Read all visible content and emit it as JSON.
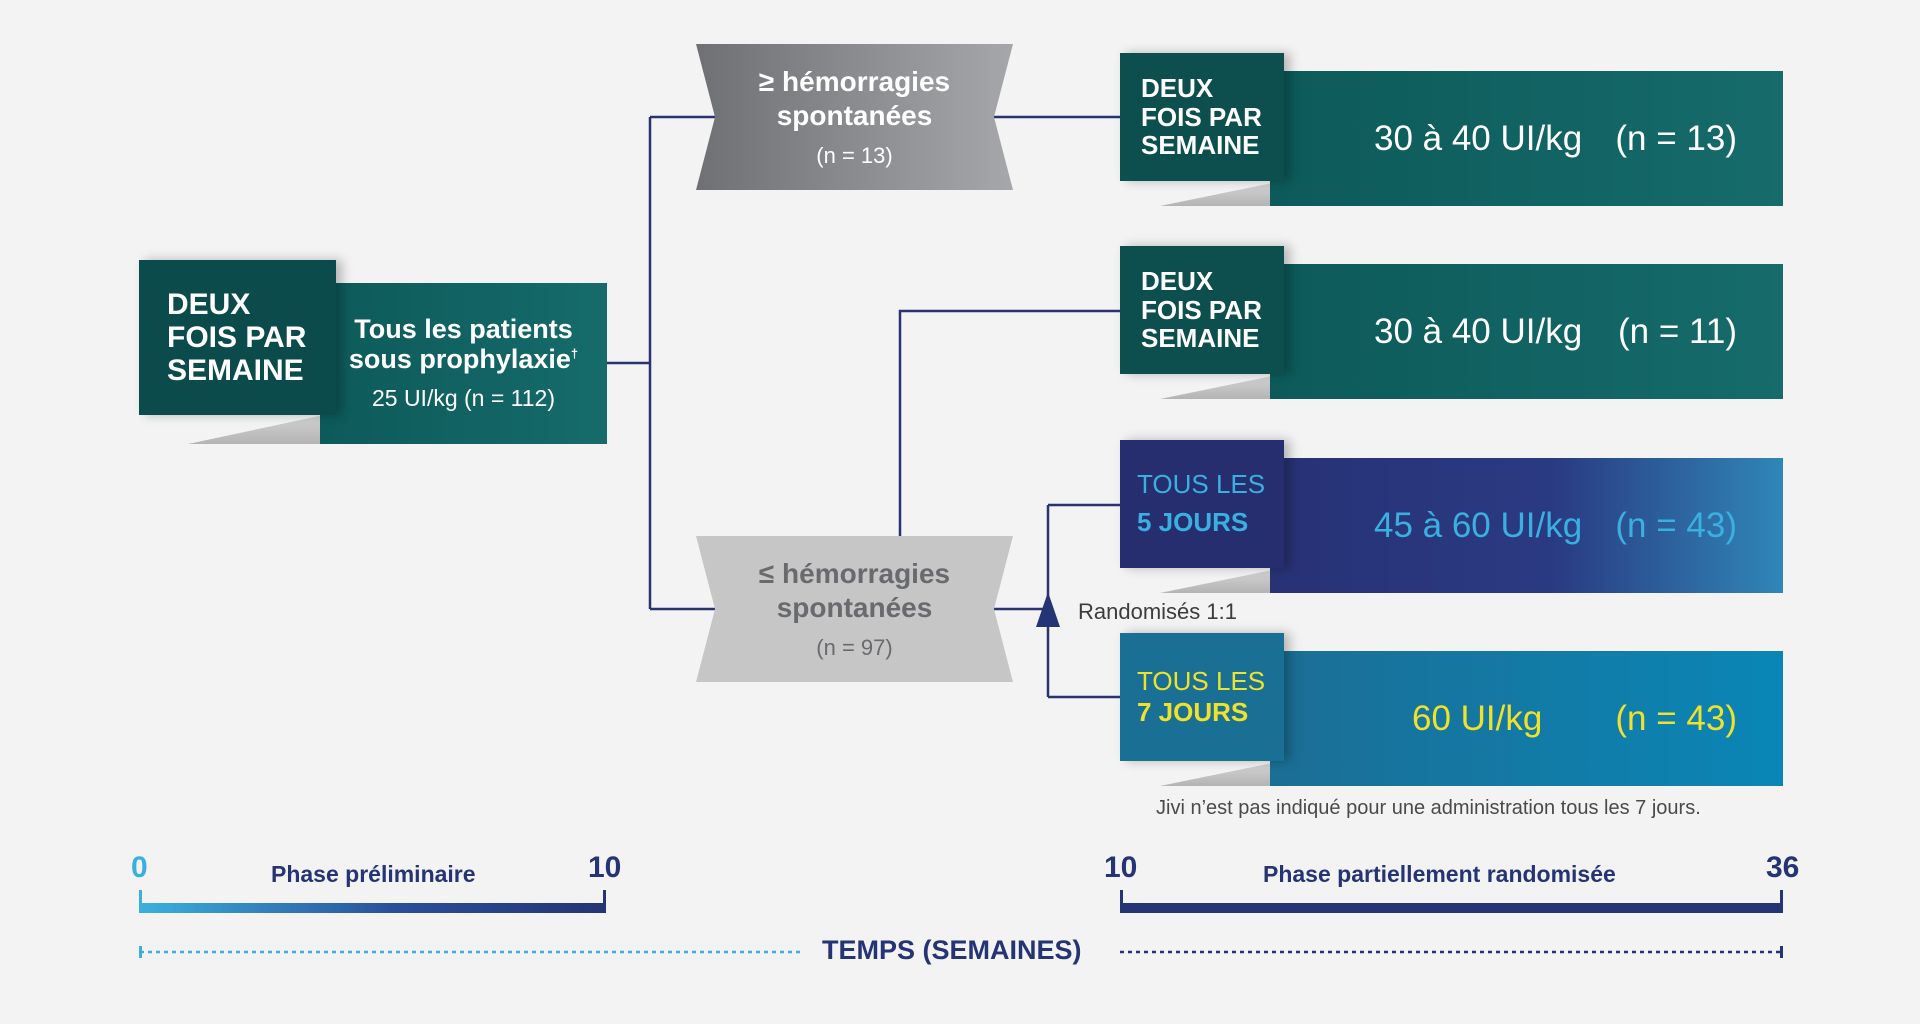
{
  "colors": {
    "teal": "#0d5a5a",
    "navy": "#253474",
    "light_blue": "#3ab0e0",
    "yellow": "#f0e12b",
    "ocean": "#0a86b6",
    "gray_dark": "#6f7073",
    "gray_light": "#c6c6c7"
  },
  "start": {
    "tag": "DEUX FOIS PAR SEMAINE",
    "title_line1": "Tous les patients",
    "title_line2": "sous prophylaxie",
    "title_mark": "†",
    "subtitle": "25 UI/kg (n = 112)"
  },
  "node_high": {
    "title": "≥ hémorragies spontanées",
    "n": "(n = 13)"
  },
  "node_low": {
    "title": "≤ hémorragies spontanées",
    "n": "(n = 97)"
  },
  "arms": [
    {
      "tag_line1": "DEUX",
      "tag_line2": "FOIS PAR",
      "tag_line3": "SEMAINE",
      "dose": "30 à 40 UI/kg",
      "n": "(n = 13)"
    },
    {
      "tag_line1": "DEUX",
      "tag_line2": "FOIS PAR",
      "tag_line3": "SEMAINE",
      "dose": "30 à 40 UI/kg",
      "n": "(n = 11)"
    },
    {
      "tag_line1": "TOUS LES",
      "tag_line2": "5 JOURS",
      "dose": "45 à 60 UI/kg",
      "n": "(n = 43)"
    },
    {
      "tag_line1": "TOUS LES",
      "tag_line2": "7 JOURS",
      "dose": "60 UI/kg",
      "n": "(n = 43)"
    }
  ],
  "randomized_label": "Randomisés 1:1",
  "note": "Jivi n’est pas indiqué pour une administration tous les 7 jours.",
  "timeline": {
    "phase1": {
      "start": "0",
      "end": "10",
      "label": "Phase préliminaire"
    },
    "phase2": {
      "start": "10",
      "end": "36",
      "label": "Phase partiellement randomisée"
    },
    "axis_title": "TEMPS (SEMAINES)"
  }
}
